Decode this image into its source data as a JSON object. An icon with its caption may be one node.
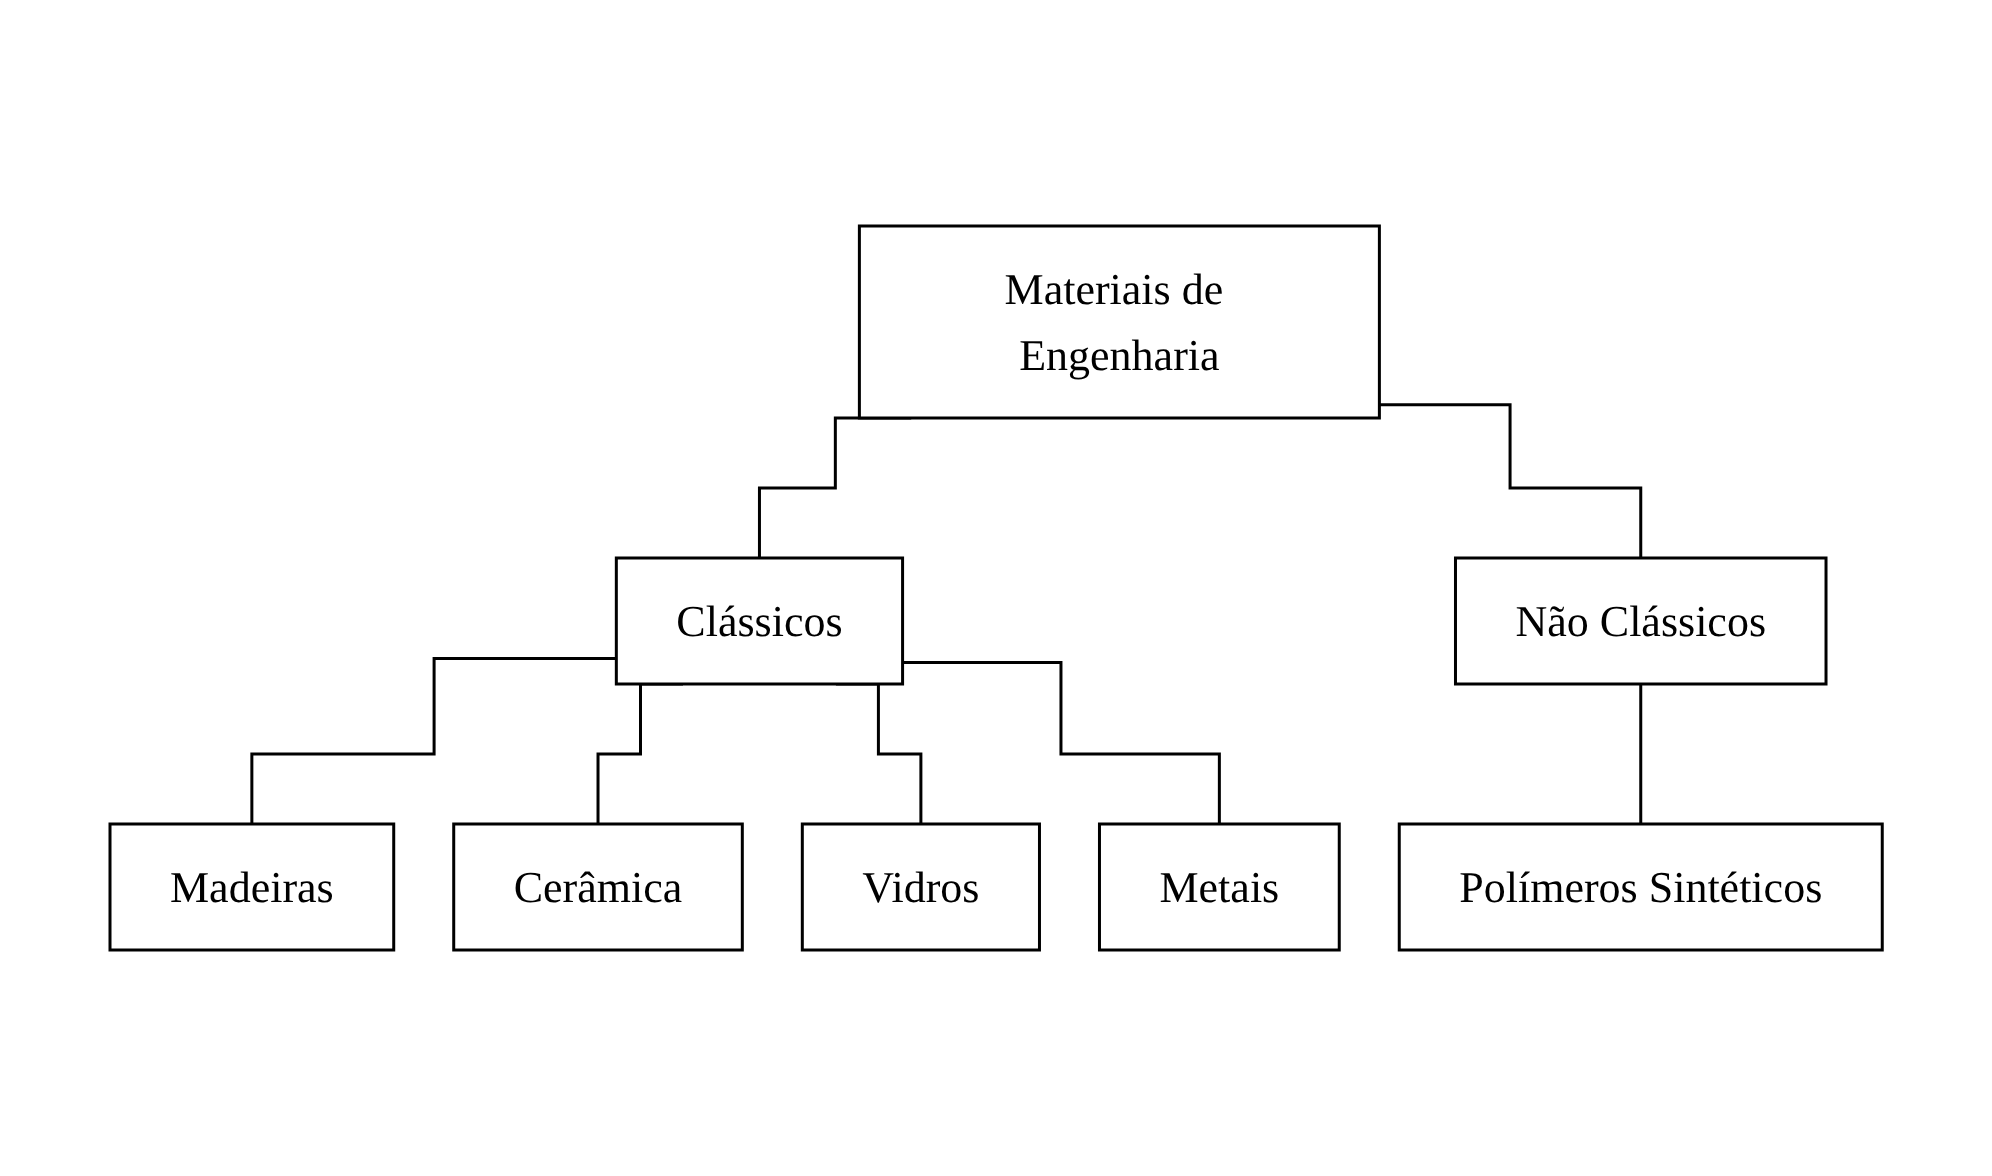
{
  "diagram": {
    "nodes": [
      {
        "text": [
          "Materiais de Engenharia"
        ]
      },
      {
        "text": [
          "Clássicos"
        ]
      },
      {
        "text": [
          "Não Clássicos"
        ]
      },
      {
        "text": [
          "Madeiras"
        ]
      },
      {
        "text": [
          "Cerâmica"
        ]
      },
      {
        "text": [
          "Vidros"
        ]
      },
      {
        "text": [
          "Metais"
        ]
      },
      {
        "text": [
          "Polímeros Sintéticos"
        ]
      }
    ],
    "edges": [
      {
        "from": 0,
        "to": 1,
        "arrow": "none"
      },
      {
        "from": 0,
        "to": 2,
        "arrow": "none"
      },
      {
        "from": 1,
        "to": 3,
        "arrow": "none"
      },
      {
        "from": 1,
        "to": 4,
        "arrow": "none"
      },
      {
        "from": 1,
        "to": 5,
        "arrow": "none"
      },
      {
        "from": 1,
        "to": 6,
        "arrow": "none"
      },
      {
        "from": 2,
        "to": 7,
        "arrow": "none"
      }
    ]
  }
}
